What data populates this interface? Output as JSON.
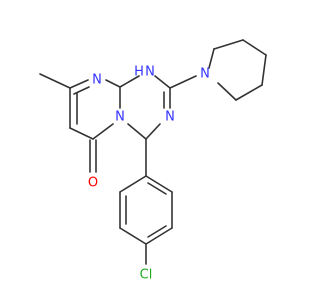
{
  "molecule": {
    "colors": {
      "bond": "#333333",
      "nitrogen": "#3333ff",
      "oxygen": "#ff0000",
      "chlorine": "#22aa22"
    },
    "atom_labels": {
      "n_amine_top": "N",
      "h_amine_top": "H",
      "n_pyrimidine": "N",
      "n_fused": "N",
      "n_imine": "N",
      "n_piperidine": "N",
      "o_carbonyl": "O",
      "cl": "Cl"
    }
  }
}
